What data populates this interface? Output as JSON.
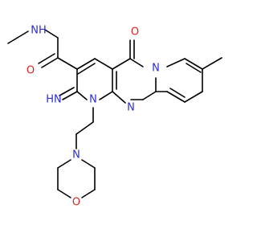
{
  "colors": {
    "bond": "#000000",
    "carbon": "#000000",
    "nitrogen": "#2b2bd6",
    "oxygen": "#e02020",
    "background": "#ffffff"
  },
  "atoms": {
    "amide_nh": "NH",
    "amide_o": "O",
    "ring_o": "O",
    "imine_nh": "HN",
    "ring_n1": "N",
    "ring_n_bridge": "N",
    "ring_n_pyrimidine": "N",
    "morpholine_n": "N",
    "morpholine_o": "O"
  }
}
